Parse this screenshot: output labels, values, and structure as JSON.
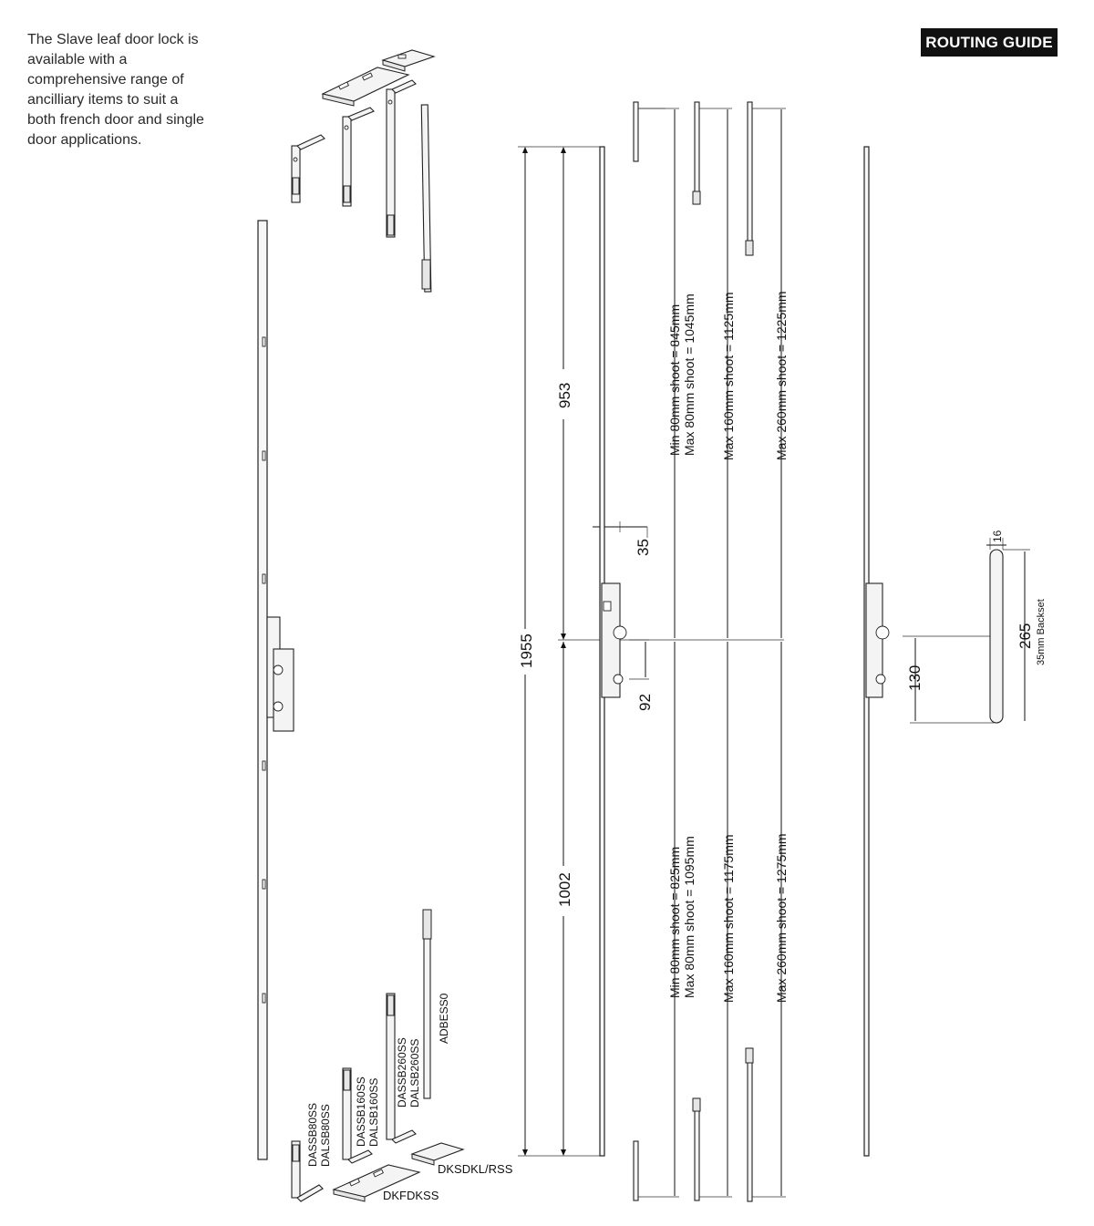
{
  "intro_text": "The Slave leaf door lock is available with a comprehensive range of ancilliary items to suit a both french door and single door applications.",
  "badge": "ROUTING GUIDE",
  "part_labels": {
    "dassb80": "DASSB80SS",
    "dalsb80": "DALSB80SS",
    "dassb160": "DASSB160SS",
    "dalsb160": "DALSB160SS",
    "dassb260": "DASSB260SS",
    "dalsb260": "DALSB260SS",
    "adbess": "ADBESS0",
    "dksdkl": "DKSDKL/RSS",
    "dkfdk": "DKFDKSS"
  },
  "dimensions": {
    "overall": "1955",
    "upper": "953",
    "lower": "1002",
    "backset_top": "35",
    "centre_92": "92",
    "centre_130": "130",
    "width_16": "16",
    "length_265": "265",
    "backset_note": "35mm Backset"
  },
  "shoot_upper": {
    "min80": "Min 80mm shoot = 845mm",
    "max80": "Max 80mm shoot = 1045mm",
    "max160": "Max 160mm shoot = 1125mm",
    "max260": "Max 260mm shoot = 1225mm"
  },
  "shoot_lower": {
    "min80": "Min 80mm shoot = 825mm",
    "max80": "Max 80mm shoot = 1095mm",
    "max160": "Max 160mm shoot = 1175mm",
    "max260": "Max 260mm shoot = 1275mm"
  }
}
